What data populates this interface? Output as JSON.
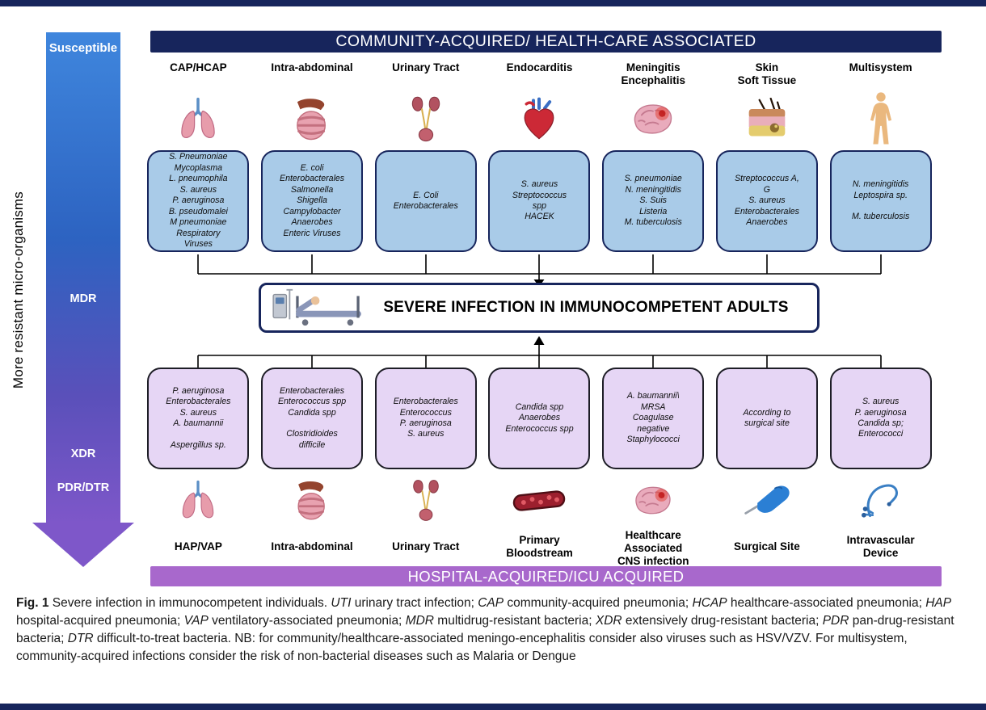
{
  "headers": {
    "community": "COMMUNITY-ACQUIRED/ HEALTH-CARE ASSOCIATED",
    "hospital": "HOSPITAL-ACQUIRED/ICU ACQUIRED"
  },
  "resistance_axis": {
    "rotated_label": "More resistant micro-organisms",
    "levels": [
      "Susceptible",
      "MDR",
      "XDR",
      "PDR/DTR"
    ]
  },
  "central": {
    "label": "SEVERE INFECTION IN IMMUNOCOMPETENT ADULTS"
  },
  "community_columns": [
    {
      "title": "CAP/HCAP",
      "icon": "lungs-icon",
      "organisms": "S. Pneumoniae\nMycoplasma\nL. pneumophila\nS. aureus\nP. aeruginosa\nB. pseudomalei\nM pneumoniae\nRespiratory\nViruses"
    },
    {
      "title": "Intra-abdominal",
      "icon": "intestines-icon",
      "organisms": "E. coli\nEnterobacterales\nSalmonella\nShigella\nCampylobacter\nAnaerobes\nEnteric Viruses"
    },
    {
      "title": "Urinary Tract",
      "icon": "urinary-tract-icon",
      "organisms": "E. Coli\nEnterobacterales"
    },
    {
      "title": "Endocarditis",
      "icon": "heart-icon",
      "organisms": "S. aureus\nStreptococcus\nspp\nHACEK"
    },
    {
      "title": "Meningitis\nEncephalitis",
      "icon": "brain-icon",
      "organisms": "S. pneumoniae\nN. meningitidis\nS. Suis\nListeria\nM. tuberculosis"
    },
    {
      "title": "Skin\nSoft Tissue",
      "icon": "skin-icon",
      "organisms": "Streptococcus A,\nG\nS. aureus\nEnterobacterales\nAnaerobes"
    },
    {
      "title": "Multisystem",
      "icon": "human-body-icon",
      "organisms": "N. meningitidis\nLeptospira sp.\n\nM. tuberculosis"
    }
  ],
  "hospital_columns": [
    {
      "title": "HAP/VAP",
      "icon": "lungs-icon",
      "organisms": "P. aeruginosa\nEnterobacterales\nS. aureus\nA. baumannii\n\nAspergillus sp."
    },
    {
      "title": "Intra-abdominal",
      "icon": "intestines-icon",
      "organisms": "Enterobacterales\nEnterococcus spp\nCandida spp\n\nClostridioides\ndifficile"
    },
    {
      "title": "Urinary Tract",
      "icon": "urinary-tract-icon",
      "organisms": "Enterobacterales\nEnterococcus\nP. aeruginosa\nS. aureus"
    },
    {
      "title": "Primary\nBloodstream",
      "icon": "blood-vessel-icon",
      "organisms": "Candida spp\nAnaerobes\nEnterococcus spp"
    },
    {
      "title": "Healthcare\nAssociated\nCNS infection",
      "icon": "brain-icon",
      "organisms": "A. baumannii\\\nMRSA\nCoagulase\nnegative\nStaphylococci"
    },
    {
      "title": "Surgical Site",
      "icon": "surgical-hand-icon",
      "organisms": "According to\nsurgical site"
    },
    {
      "title": "Intravascular\nDevice",
      "icon": "iv-device-icon",
      "organisms": "S. aureus\nP. aeruginosa\nCandida sp;\nEnterococci"
    }
  ],
  "caption": {
    "segments": [
      {
        "t": "Fig. 1",
        "b": true
      },
      {
        "t": " Severe infection in immunocompetent individuals. "
      },
      {
        "t": "UTI",
        "i": true
      },
      {
        "t": " urinary tract infection; "
      },
      {
        "t": "CAP",
        "i": true
      },
      {
        "t": " community-acquired pneumonia; "
      },
      {
        "t": "HCAP",
        "i": true
      },
      {
        "t": " healthcare-associated pneumonia; "
      },
      {
        "t": "HAP",
        "i": true
      },
      {
        "t": " hospital-acquired pneumonia; "
      },
      {
        "t": "VAP",
        "i": true
      },
      {
        "t": " ventilatory-associated pneumonia; "
      },
      {
        "t": "MDR",
        "i": true
      },
      {
        "t": " multidrug-resistant bacteria; "
      },
      {
        "t": "XDR",
        "i": true
      },
      {
        "t": " extensively drug-resistant bacteria; "
      },
      {
        "t": "PDR",
        "i": true
      },
      {
        "t": " pan-drug-resistant bacteria; "
      },
      {
        "t": "DTR",
        "i": true
      },
      {
        "t": " difficult-to-treat bacteria. NB: for community/healthcare-associated meningo-encephalitis consider also viruses such as HSV/VZV. For multisystem, community-acquired infections consider the risk of non-bacterial diseases such as Malaria or Dengue"
      }
    ]
  },
  "colors": {
    "navy": "#17255c",
    "community-box": "#a9cbe8",
    "hospital-box": "#e6d6f5",
    "hospital-bar": "#a868cc",
    "arrow-top": "#3f86dd",
    "arrow-bottom": "#7e57c9"
  }
}
